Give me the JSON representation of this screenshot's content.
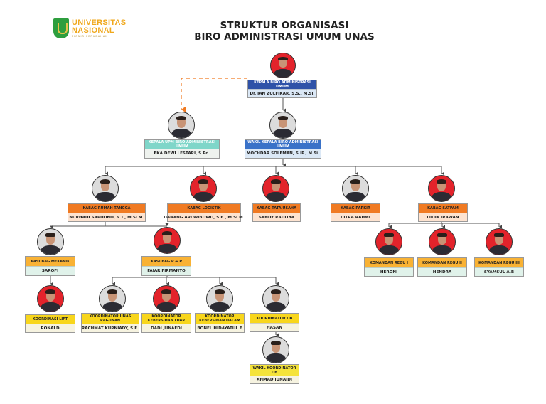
{
  "logo": {
    "line1": "UNIVERSITAS",
    "line2": "NASIONAL",
    "tagline": "PIONIR PERUBAHAN"
  },
  "title": {
    "line1": "STRUKTUR ORGANISASI",
    "line2": "BIRO ADMINISTRASI UMUM UNAS"
  },
  "colors": {
    "head": "#2f52a8",
    "upm": "#7fd6c9",
    "kabag": "#f07a22",
    "kasubag": "#f9b234",
    "koordinator": "#f8d61c",
    "connector": "#555555",
    "dashed": "#f07a22"
  },
  "nodes": [
    {
      "id": "kepala",
      "title": "KEPALA BIRO ADMINISTRASI UMUM",
      "name": "Dr. IAN ZULFIKAR, S.S., M.Si."
    },
    {
      "id": "upm",
      "title": "KEPALA UPM BIRO ADMINISTRASI UMUM",
      "name": "EKA DEWI LESTARI, S.Pd."
    },
    {
      "id": "wakil",
      "title": "WAKIL KEPALA BIRO ADMINISTRASI UMUM",
      "name": "MOCHDAR SOLEMAN, S.IP., M.Si."
    },
    {
      "id": "kabag-rumah-tangga",
      "title": "KABAG RUMAH TANGGA",
      "name": "NURHADI SAPDONO, S.T., M.Si.M."
    },
    {
      "id": "kabag-logistik",
      "title": "KABAG LOGISTIK",
      "name": "DANANG ARI WIBOWO, S.E., M.Si.M."
    },
    {
      "id": "kabag-tata-usaha",
      "title": "KABAG TATA USAHA",
      "name": "SANDY RADITYA"
    },
    {
      "id": "kabag-parkir",
      "title": "KABAG PARKIR",
      "name": "CITRA RAHMI"
    },
    {
      "id": "kabag-satpam",
      "title": "KABAG SATPAM",
      "name": "DIDIK IRAWAN"
    },
    {
      "id": "kasubag-mekanik",
      "title": "KASUBAG MEKANIK",
      "name": "SAROFI"
    },
    {
      "id": "kasubag-pp",
      "title": "KASUBAG P & P",
      "name": "FAJAR FIRMANTO"
    },
    {
      "id": "koordinasi-lift",
      "title": "KOORDINASI LIFT",
      "name": "RONALD"
    },
    {
      "id": "koordinator-ragunan",
      "title": "KOORDINATOR UNAS RAGUNAN",
      "name": "RACHMAT KURNIADY, S.E."
    },
    {
      "id": "koordinator-kebersihan-luar",
      "title": "KOORDINATOR KEBERSIHAN  LUAR",
      "name": "DADI JUNAEDI"
    },
    {
      "id": "koordinator-kebersihan-dalam",
      "title": "KOORDINATOR KEBERSIHAN  DALAM",
      "name": "BONEL HIDAYATUL F"
    },
    {
      "id": "koordinator-ob",
      "title": "KOORDINATOR OB",
      "name": "HASAN"
    },
    {
      "id": "wakil-koordinator-ob",
      "title": "WAKIL KOORDINATOR OB",
      "name": "AHMAD JUNAIDI"
    },
    {
      "id": "komandan-regu-1",
      "title": "KOMANDAN REGU I",
      "name": "HERONI"
    },
    {
      "id": "komandan-regu-2",
      "title": "KOMANDAN REGU II",
      "name": "HENDRA"
    },
    {
      "id": "komandan-regu-3",
      "title": "KOMANDAN REGU III",
      "name": "SYAMSUL A.B"
    }
  ]
}
